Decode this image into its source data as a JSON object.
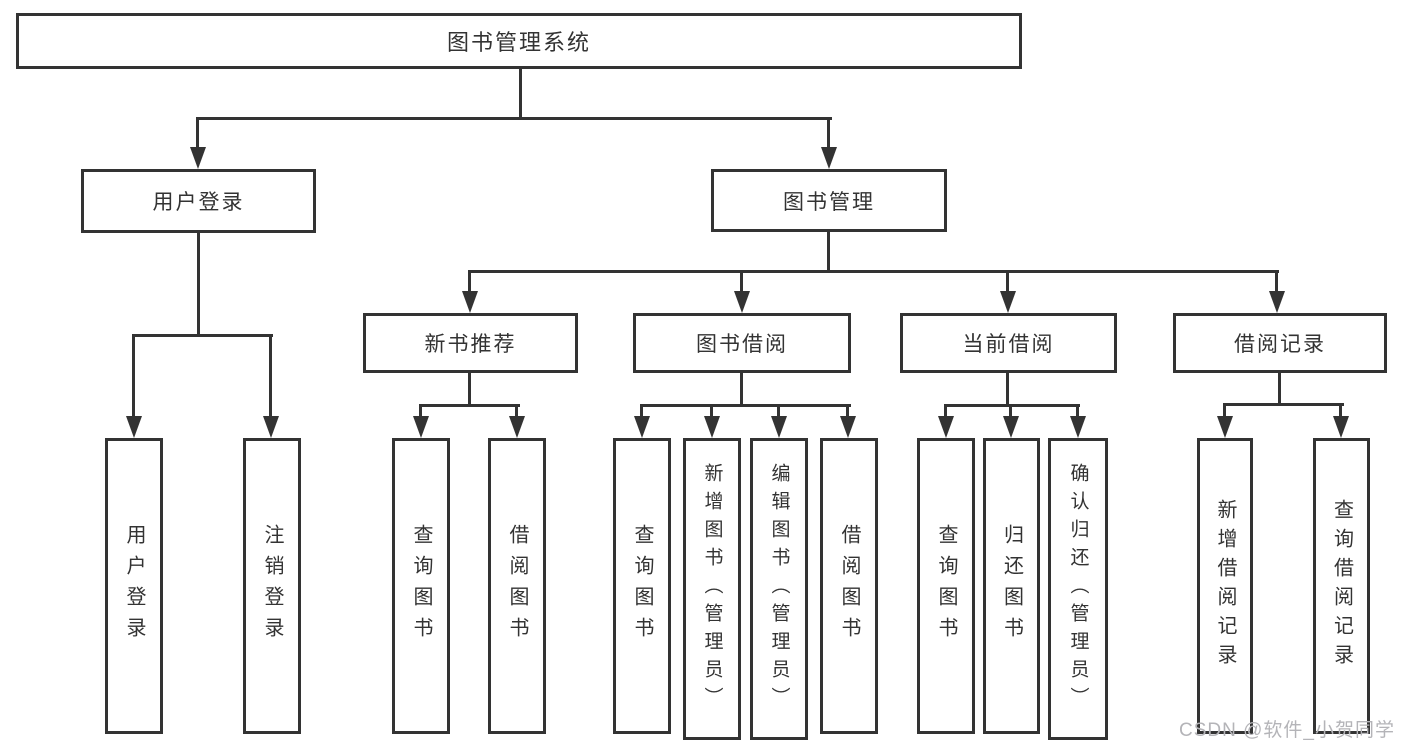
{
  "diagram": {
    "type": "tree",
    "colors": {
      "line": "#333333",
      "box_border": "#333333",
      "box_background": "#ffffff",
      "text": "#333333",
      "watermark_text": "#b4b4b8"
    }
  },
  "nodes": {
    "root": {
      "label": "图书管理系统"
    },
    "user_login": {
      "label": "用户登录"
    },
    "book_mgmt": {
      "label": "图书管理"
    },
    "new_book_rec": {
      "label": "新书推荐"
    },
    "book_borrow": {
      "label": "图书借阅"
    },
    "current_borrow": {
      "label": "当前借阅"
    },
    "borrow_record": {
      "label": "借阅记录"
    },
    "leaves": {
      "user_login": [
        {
          "label": "用户登录"
        },
        {
          "label": "注销登录"
        }
      ],
      "new_book_rec": [
        {
          "label": "查询图书"
        },
        {
          "label": "借阅图书"
        }
      ],
      "book_borrow": [
        {
          "label": "查询图书"
        },
        {
          "label": "新增图书（管理员）"
        },
        {
          "label": "编辑图书（管理员）"
        },
        {
          "label": "借阅图书"
        }
      ],
      "current_borrow": [
        {
          "label": "查询图书"
        },
        {
          "label": "归还图书"
        },
        {
          "label": "确认归还（管理员）"
        }
      ],
      "borrow_record": [
        {
          "label": "新增借阅记录"
        },
        {
          "label": "查询借阅记录"
        }
      ]
    }
  },
  "watermark": {
    "text": "CSDN @软件_小贺同学"
  }
}
